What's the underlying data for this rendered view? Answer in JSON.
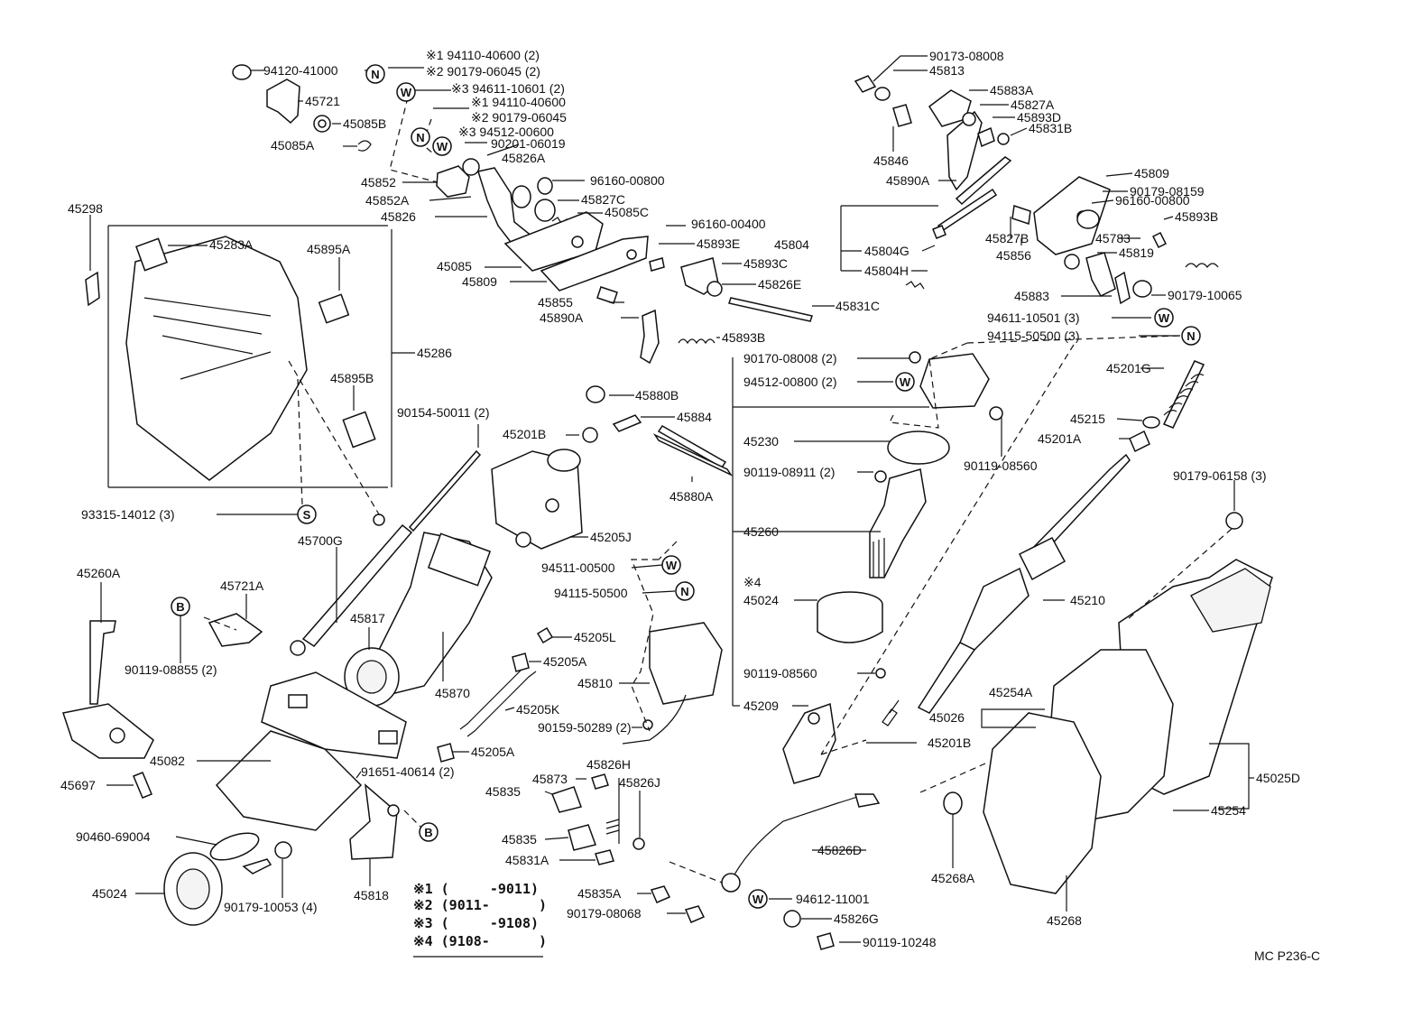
{
  "labels": [
    {
      "id": "l01",
      "text": "94120-41000"
    },
    {
      "id": "l02",
      "text": "45721"
    },
    {
      "id": "l03",
      "text": "45085B"
    },
    {
      "id": "l04",
      "text": "45085A"
    },
    {
      "id": "l05",
      "text": "※1 94110-40600 (2)"
    },
    {
      "id": "l06",
      "text": "※2 90179-06045 (2)"
    },
    {
      "id": "l07",
      "text": "※3 94611-10601 (2)"
    },
    {
      "id": "l08",
      "text": "※1 94110-40600"
    },
    {
      "id": "l09",
      "text": "※2 90179-06045"
    },
    {
      "id": "l10",
      "text": "※3 94512-00600"
    },
    {
      "id": "l11",
      "text": "90201-06019"
    },
    {
      "id": "l12",
      "text": "45826A"
    },
    {
      "id": "l13",
      "text": "96160-00800"
    },
    {
      "id": "l14",
      "text": "45827C"
    },
    {
      "id": "l15",
      "text": "45085C"
    },
    {
      "id": "l16",
      "text": "45852"
    },
    {
      "id": "l17",
      "text": "45852A"
    },
    {
      "id": "l18",
      "text": "45826"
    },
    {
      "id": "l19",
      "text": "45298"
    },
    {
      "id": "l20",
      "text": "45283A"
    },
    {
      "id": "l21",
      "text": "45895A"
    },
    {
      "id": "l22",
      "text": "45085"
    },
    {
      "id": "l23",
      "text": "45809"
    },
    {
      "id": "l24",
      "text": "96160-00400"
    },
    {
      "id": "l25",
      "text": "45893E"
    },
    {
      "id": "l26",
      "text": "45893C"
    },
    {
      "id": "l27",
      "text": "45826E"
    },
    {
      "id": "l28",
      "text": "45855"
    },
    {
      "id": "l29",
      "text": "45831C"
    },
    {
      "id": "l30",
      "text": "45890A"
    },
    {
      "id": "l31",
      "text": "45893B"
    },
    {
      "id": "l32",
      "text": "45286"
    },
    {
      "id": "l33",
      "text": "45895B"
    },
    {
      "id": "l34",
      "text": "90154-50011 (2)"
    },
    {
      "id": "l35",
      "text": "45880B"
    },
    {
      "id": "l36",
      "text": "45884"
    },
    {
      "id": "l37",
      "text": "45201B"
    },
    {
      "id": "l38",
      "text": "45880A"
    },
    {
      "id": "l39",
      "text": "93315-14012 (3)"
    },
    {
      "id": "l40",
      "text": "45700G"
    },
    {
      "id": "l41",
      "text": "45205J"
    },
    {
      "id": "l42",
      "text": "94511-00500"
    },
    {
      "id": "l43",
      "text": "94115-50500"
    },
    {
      "id": "l44",
      "text": "45260A"
    },
    {
      "id": "l45",
      "text": "45721A"
    },
    {
      "id": "l46",
      "text": "45817"
    },
    {
      "id": "l47",
      "text": "45205L"
    },
    {
      "id": "l48",
      "text": "45205A"
    },
    {
      "id": "l49",
      "text": "45810"
    },
    {
      "id": "l50",
      "text": "90119-08855 (2)"
    },
    {
      "id": "l51",
      "text": "45870"
    },
    {
      "id": "l52",
      "text": "45205K"
    },
    {
      "id": "l53",
      "text": "90159-50289 (2)"
    },
    {
      "id": "l54",
      "text": "45205A"
    },
    {
      "id": "l55",
      "text": "45082"
    },
    {
      "id": "l56",
      "text": "91651-40614 (2)"
    },
    {
      "id": "l57",
      "text": "45826H"
    },
    {
      "id": "l58",
      "text": "45873"
    },
    {
      "id": "l59",
      "text": "45826J"
    },
    {
      "id": "l60",
      "text": "45835"
    },
    {
      "id": "l61",
      "text": "45697"
    },
    {
      "id": "l62",
      "text": "45835"
    },
    {
      "id": "l63",
      "text": "45831A"
    },
    {
      "id": "l64",
      "text": "90460-69004"
    },
    {
      "id": "l65",
      "text": "45835A"
    },
    {
      "id": "l66",
      "text": "90179-08068"
    },
    {
      "id": "l67",
      "text": "45024"
    },
    {
      "id": "l68",
      "text": "90179-10053 (4)"
    },
    {
      "id": "l69",
      "text": "45818"
    },
    {
      "id": "l70",
      "text": "90173-08008"
    },
    {
      "id": "l71",
      "text": "45813"
    },
    {
      "id": "l72",
      "text": "45883A"
    },
    {
      "id": "l73",
      "text": "45827A"
    },
    {
      "id": "l74",
      "text": "45893D"
    },
    {
      "id": "l75",
      "text": "45831B"
    },
    {
      "id": "l76",
      "text": "45846"
    },
    {
      "id": "l77",
      "text": "45890A"
    },
    {
      "id": "l78",
      "text": "45809"
    },
    {
      "id": "l79",
      "text": "90179-08159"
    },
    {
      "id": "l80",
      "text": "96160-00800"
    },
    {
      "id": "l81",
      "text": "45893B"
    },
    {
      "id": "l82",
      "text": "45804"
    },
    {
      "id": "l83",
      "text": "45804G"
    },
    {
      "id": "l84",
      "text": "45827B"
    },
    {
      "id": "l85",
      "text": "45783"
    },
    {
      "id": "l86",
      "text": "45819"
    },
    {
      "id": "l87",
      "text": "45856"
    },
    {
      "id": "l88",
      "text": "45804H"
    },
    {
      "id": "l89",
      "text": "45883"
    },
    {
      "id": "l90",
      "text": "90179-10065"
    },
    {
      "id": "l91",
      "text": "94611-10501 (3)"
    },
    {
      "id": "l92",
      "text": "94115-50500 (3)"
    },
    {
      "id": "l93",
      "text": "90170-08008 (2)"
    },
    {
      "id": "l94",
      "text": "94512-00800 (2)"
    },
    {
      "id": "l95",
      "text": "45201G"
    },
    {
      "id": "l96",
      "text": "45215"
    },
    {
      "id": "l97",
      "text": "45201A"
    },
    {
      "id": "l98",
      "text": "45230"
    },
    {
      "id": "l99",
      "text": "90119-08560"
    },
    {
      "id": "l100",
      "text": "90119-08911 (2)"
    },
    {
      "id": "l101",
      "text": "90179-06158 (3)"
    },
    {
      "id": "l102",
      "text": "45260"
    },
    {
      "id": "l103",
      "text": "※4"
    },
    {
      "id": "l104",
      "text": "45024"
    },
    {
      "id": "l105",
      "text": "45210"
    },
    {
      "id": "l106",
      "text": "90119-08560"
    },
    {
      "id": "l107",
      "text": "45254A"
    },
    {
      "id": "l108",
      "text": "45209"
    },
    {
      "id": "l109",
      "text": "45026"
    },
    {
      "id": "l110",
      "text": "45201B"
    },
    {
      "id": "l111",
      "text": "45025D"
    },
    {
      "id": "l112",
      "text": "45254"
    },
    {
      "id": "l113",
      "text": "45826D"
    },
    {
      "id": "l114",
      "text": "45268A"
    },
    {
      "id": "l115",
      "text": "94612-11001"
    },
    {
      "id": "l116",
      "text": "45826G"
    },
    {
      "id": "l117",
      "text": "90119-10248"
    },
    {
      "id": "l118",
      "text": "45268"
    },
    {
      "id": "l119",
      "text": "MC P236-C"
    }
  ],
  "symbols": [
    {
      "id": "s01",
      "text": "N"
    },
    {
      "id": "s02",
      "text": "W"
    },
    {
      "id": "s03",
      "text": "N"
    },
    {
      "id": "s04",
      "text": "W"
    },
    {
      "id": "s05",
      "text": "S"
    },
    {
      "id": "s06",
      "text": "W"
    },
    {
      "id": "s07",
      "text": "N"
    },
    {
      "id": "s08",
      "text": "B"
    },
    {
      "id": "s09",
      "text": "B"
    },
    {
      "id": "s10",
      "text": "W"
    },
    {
      "id": "s11",
      "text": "N"
    },
    {
      "id": "s12",
      "text": "W"
    },
    {
      "id": "s13",
      "text": "W"
    }
  ],
  "notes": [
    {
      "id": "n1",
      "text": "※1 (     -9011)"
    },
    {
      "id": "n2",
      "text": "※2 (9011-      )"
    },
    {
      "id": "n3",
      "text": "※3 (     -9108)"
    },
    {
      "id": "n4",
      "text": "※4 (9108-      )"
    }
  ]
}
